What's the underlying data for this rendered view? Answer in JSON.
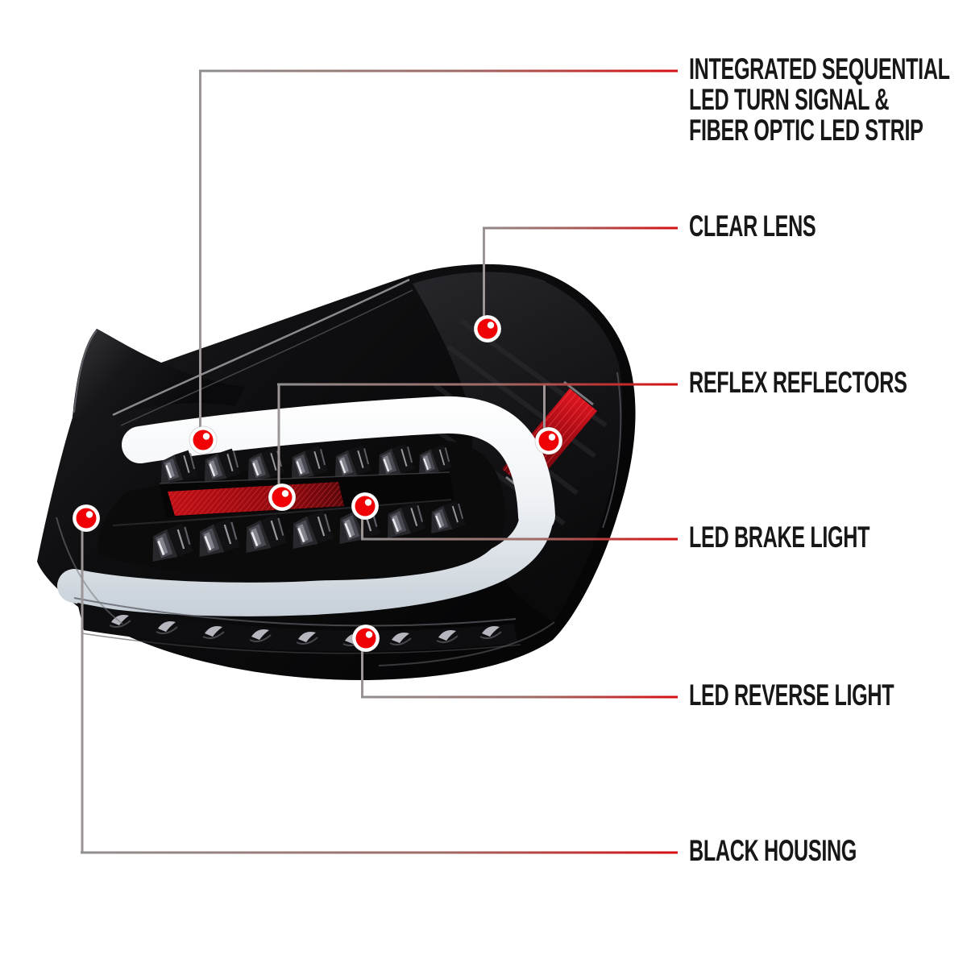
{
  "page": {
    "background": "#ffffff"
  },
  "colors": {
    "label_text": "#171717",
    "leader_gray": "#9b9595",
    "leader_red": "#d50f12",
    "marker_red": "#ef0105",
    "marker_ring": "#ffffff",
    "light_bar_white": "#f2f4f7",
    "housing_black": "#0b0b0d",
    "reflector_red": "#bb0f16"
  },
  "callouts": [
    {
      "id": "turn-signal-strip",
      "lines": [
        "INTEGRATED SEQUENTIAL",
        "LED TURN SIGNAL &",
        "FIBER OPTIC LED STRIP"
      ]
    },
    {
      "id": "clear-lens",
      "lines": [
        "CLEAR LENS"
      ]
    },
    {
      "id": "reflex-reflectors",
      "lines": [
        "REFLEX REFLECTORS"
      ]
    },
    {
      "id": "led-brake-light",
      "lines": [
        "LED BRAKE LIGHT"
      ]
    },
    {
      "id": "led-reverse-light",
      "lines": [
        "LED REVERSE LIGHT"
      ]
    },
    {
      "id": "black-housing",
      "lines": [
        "BLACK HOUSING"
      ]
    }
  ]
}
